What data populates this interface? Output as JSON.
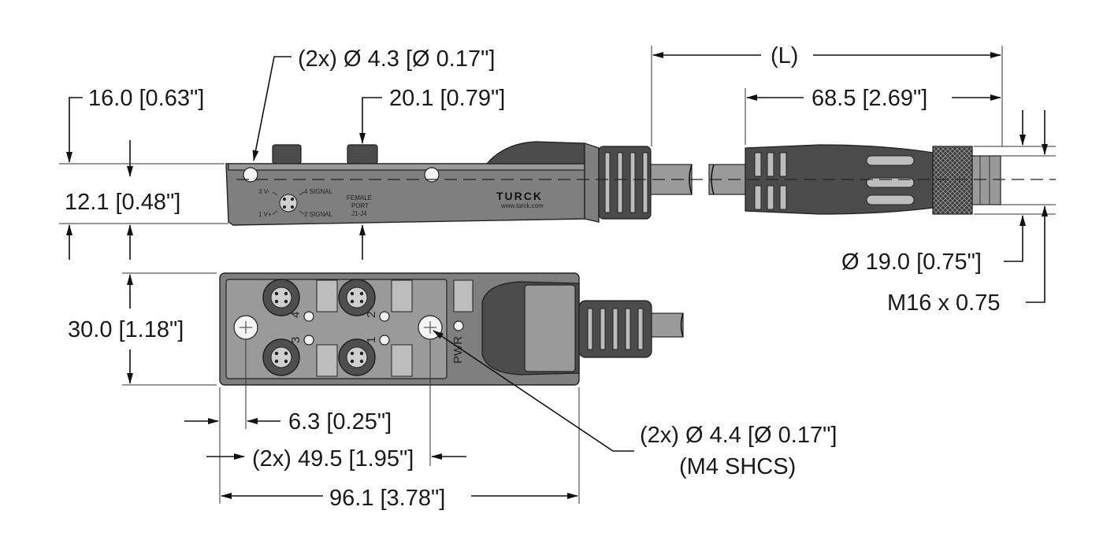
{
  "dimensions": {
    "mount_hole_top": "(2x) Ø 4.3 [Ø 0.17\"]",
    "height_16": "16.0 [0.63\"]",
    "port_20": "20.1 [0.79\"]",
    "height_12": "12.1 [0.48\"]",
    "width_30": "30.0 [1.18\"]",
    "offset_6": "6.3 [0.25\"]",
    "spacing_49": "(2x) 49.5 [1.95\"]",
    "length_96": "96.1 [3.78\"]",
    "mount_hole_bottom": "(2x) Ø 4.4 [Ø 0.17\"]",
    "screw_type": "(M4 SHCS)",
    "cable_length": "(L)",
    "connector_68": "68.5 [2.69\"]",
    "diameter_19": "Ø 19.0 [0.75\"]",
    "thread": "M16 x 0.75"
  },
  "side_labels": {
    "pin3": "3  V-",
    "pin4": "4  SIGNAL",
    "pin1": "1  V+",
    "pin2": "2  SIGNAL",
    "female": "FEMALE",
    "port": "PORT",
    "range": "J1-J4",
    "brand": "TURCK",
    "website": "www.turck.com"
  },
  "top_labels": {
    "port4": "4",
    "port2": "2",
    "port3": "3",
    "port1": "1",
    "pwr": "PWR"
  },
  "colors": {
    "housing": "#7f7f7f",
    "dark": "#4b4b4b",
    "line": "#111111"
  }
}
